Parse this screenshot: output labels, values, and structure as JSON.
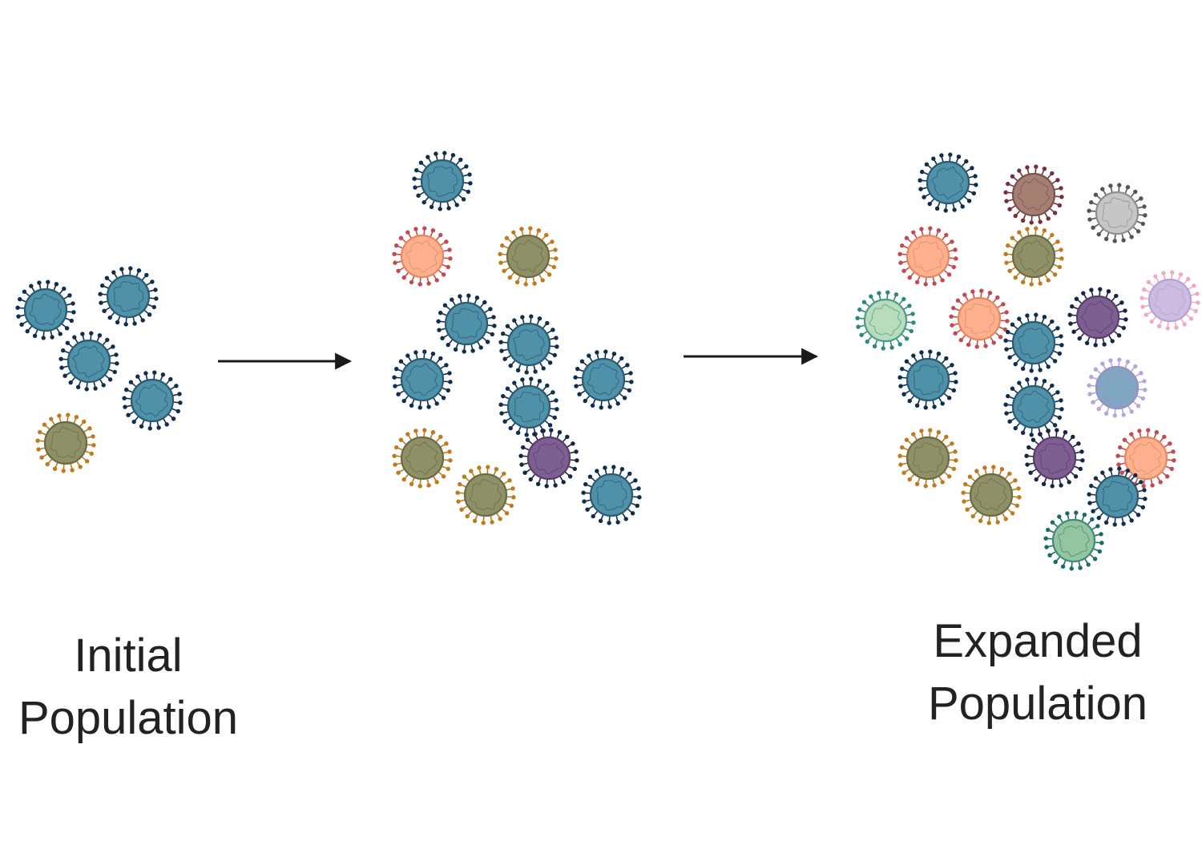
{
  "labels": {
    "initial": [
      "Initial",
      "Population"
    ],
    "expanded": [
      "Expanded",
      "Population"
    ]
  },
  "variant_palette": {
    "blue": {
      "body": "#4f91a8",
      "ring": "#2a5a72",
      "spike": "#0f2d4d"
    },
    "olive": {
      "body": "#8e9068",
      "ring": "#6c6a40",
      "spike": "#c07a1e"
    },
    "salmon": {
      "body": "#fcb08e",
      "ring": "#e7875e",
      "spike": "#c24a50"
    },
    "purple": {
      "body": "#7d5f92",
      "ring": "#5a3d6e",
      "spike": "#182444"
    },
    "brown": {
      "body": "#a58072",
      "ring": "#7c5250",
      "spike": "#74303c"
    },
    "grey": {
      "body": "#c6c6c6",
      "ring": "#8f8f8f",
      "spike": "#555555"
    },
    "mint": {
      "body": "#b8dcbc",
      "ring": "#4d9c86",
      "spike": "#2b8a7a"
    },
    "lilac": {
      "body": "#cbbce0",
      "ring": "#b89fd6",
      "spike": "#f0aac6"
    },
    "steel": {
      "body": "#80a7c2",
      "ring": "#9a8cc6",
      "spike": "#b6a4dc"
    },
    "green": {
      "body": "#95c4a0",
      "ring": "#3e8c76",
      "spike": "#1a6a6a"
    }
  },
  "populations": [
    {
      "stage": "initial",
      "variants": [
        "blue",
        "blue",
        "blue",
        "blue",
        "olive"
      ]
    },
    {
      "stage": "intermediate",
      "variants": [
        "blue",
        "salmon",
        "olive",
        "blue",
        "blue",
        "blue",
        "blue",
        "blue",
        "purple",
        "olive",
        "olive",
        "blue"
      ]
    },
    {
      "stage": "expanded",
      "variants": [
        "blue",
        "brown",
        "grey",
        "salmon",
        "olive",
        "mint",
        "salmon",
        "blue",
        "purple",
        "lilac",
        "blue",
        "steel",
        "blue",
        "olive",
        "purple",
        "salmon",
        "olive",
        "blue",
        "green"
      ]
    }
  ]
}
